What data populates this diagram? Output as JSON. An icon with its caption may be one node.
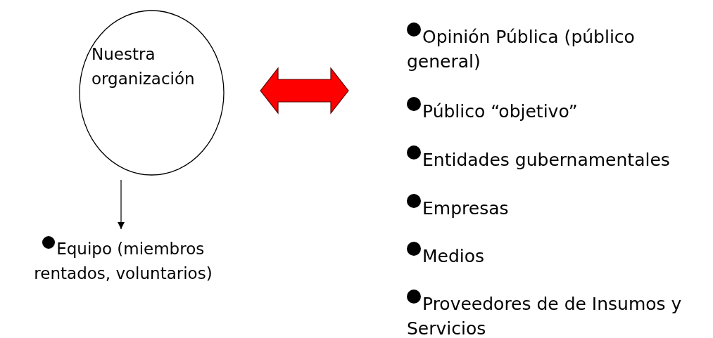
{
  "diagram": {
    "nodes": [
      {
        "text": [
          "Nuestra organización"
        ]
      },
      {
        "text": [
          "Equipo (miembros rentados, voluntarios)"
        ]
      },
      {
        "text": [
          "Opinión Pública (público general)",
          "Público “objetivo”",
          "Entidades gubernamentales",
          "Empresas",
          "Medios",
          "Proveedores de de Insumos y Servicios"
        ]
      }
    ],
    "edges": [
      {
        "from": 0,
        "to": 2,
        "arrow": "both",
        "style": "thick",
        "color": "#ff0000"
      },
      {
        "from": 0,
        "to": 1,
        "arrow": "to"
      }
    ]
  }
}
